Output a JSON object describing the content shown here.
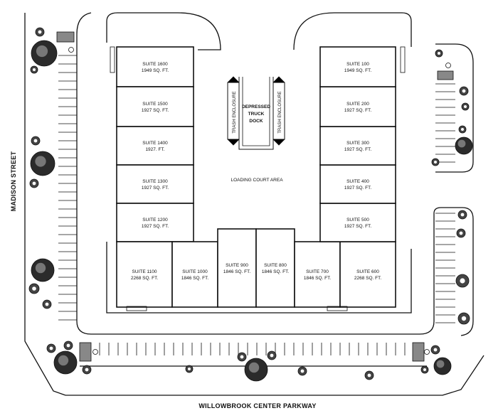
{
  "streets": {
    "left": "MADISON STREET",
    "bottom": "WILLOWBROOK CENTER PARKWAY"
  },
  "court": {
    "loading": "LOADING COURT AREA",
    "trash_left": "TRASH ENCLOSURE",
    "trash_right": "TRASH ENCLOSURE",
    "dock_line1": "DEPRESSED",
    "dock_line2": "TRUCK",
    "dock_line3": "DOCK"
  },
  "suites": [
    {
      "name": "SUITE 1600",
      "area": "1949 SQ. FT."
    },
    {
      "name": "SUITE 1500",
      "area": "1927 SQ. FT."
    },
    {
      "name": "SUITE 1400",
      "area": "1927. FT."
    },
    {
      "name": "SUITE 1300",
      "area": "1927 SQ. FT."
    },
    {
      "name": "SUITE 1200",
      "area": "1927 SQ. FT."
    },
    {
      "name": "SUITE 1100",
      "area": "2268 SQ. FT."
    },
    {
      "name": "SUITE 1000",
      "area": "1846 SQ. FT."
    },
    {
      "name": "SUITE 900",
      "area": "1846 SQ. FT."
    },
    {
      "name": "SUITE 800",
      "area": "1846 SQ. FT."
    },
    {
      "name": "SUITE 700",
      "area": "1846 SQ. FT."
    },
    {
      "name": "SUITE 600",
      "area": "2268 SQ. FT."
    },
    {
      "name": "SUITE 500",
      "area": "1927 SQ. FT."
    },
    {
      "name": "SUITE 400",
      "area": "1927 SQ. FT."
    },
    {
      "name": "SUITE 300",
      "area": "1927 SQ. FT."
    },
    {
      "name": "SUITE 200",
      "area": "1927 SQ. FT."
    },
    {
      "name": "SUITE 100",
      "area": "1949 SQ. FT."
    }
  ]
}
